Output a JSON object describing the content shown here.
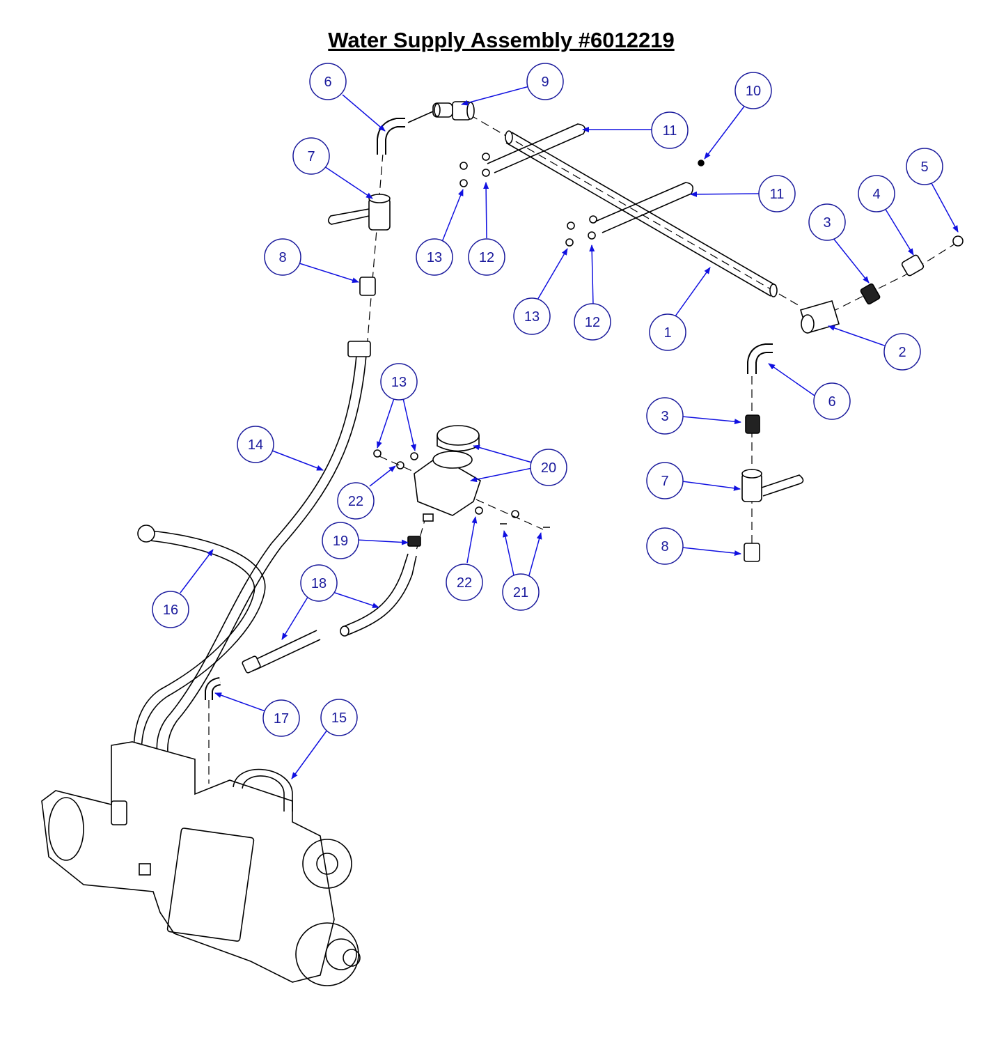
{
  "title": "Water Supply Assembly #6012219",
  "colors": {
    "callout": "#1a1a9c",
    "arrow": "#1010e0",
    "line": "#000000"
  },
  "callouts": [
    {
      "id": "c6a",
      "label": "6"
    },
    {
      "id": "c9",
      "label": "9"
    },
    {
      "id": "c7a",
      "label": "7"
    },
    {
      "id": "c8a",
      "label": "8"
    },
    {
      "id": "c10",
      "label": "10"
    },
    {
      "id": "c11a",
      "label": "11"
    },
    {
      "id": "c11b",
      "label": "11"
    },
    {
      "id": "c5",
      "label": "5"
    },
    {
      "id": "c4",
      "label": "4"
    },
    {
      "id": "c3a",
      "label": "3"
    },
    {
      "id": "c13a",
      "label": "13"
    },
    {
      "id": "c12a",
      "label": "12"
    },
    {
      "id": "c13b",
      "label": "13"
    },
    {
      "id": "c12b",
      "label": "12"
    },
    {
      "id": "c1",
      "label": "1"
    },
    {
      "id": "c2",
      "label": "2"
    },
    {
      "id": "c6b",
      "label": "6"
    },
    {
      "id": "c3b",
      "label": "3"
    },
    {
      "id": "c7b",
      "label": "7"
    },
    {
      "id": "c8b",
      "label": "8"
    },
    {
      "id": "c13c",
      "label": "13"
    },
    {
      "id": "c14",
      "label": "14"
    },
    {
      "id": "c20",
      "label": "20"
    },
    {
      "id": "c22a",
      "label": "22"
    },
    {
      "id": "c19",
      "label": "19"
    },
    {
      "id": "c22b",
      "label": "22"
    },
    {
      "id": "c21",
      "label": "21"
    },
    {
      "id": "c16",
      "label": "16"
    },
    {
      "id": "c18",
      "label": "18"
    },
    {
      "id": "c17",
      "label": "17"
    },
    {
      "id": "c15",
      "label": "15"
    }
  ]
}
